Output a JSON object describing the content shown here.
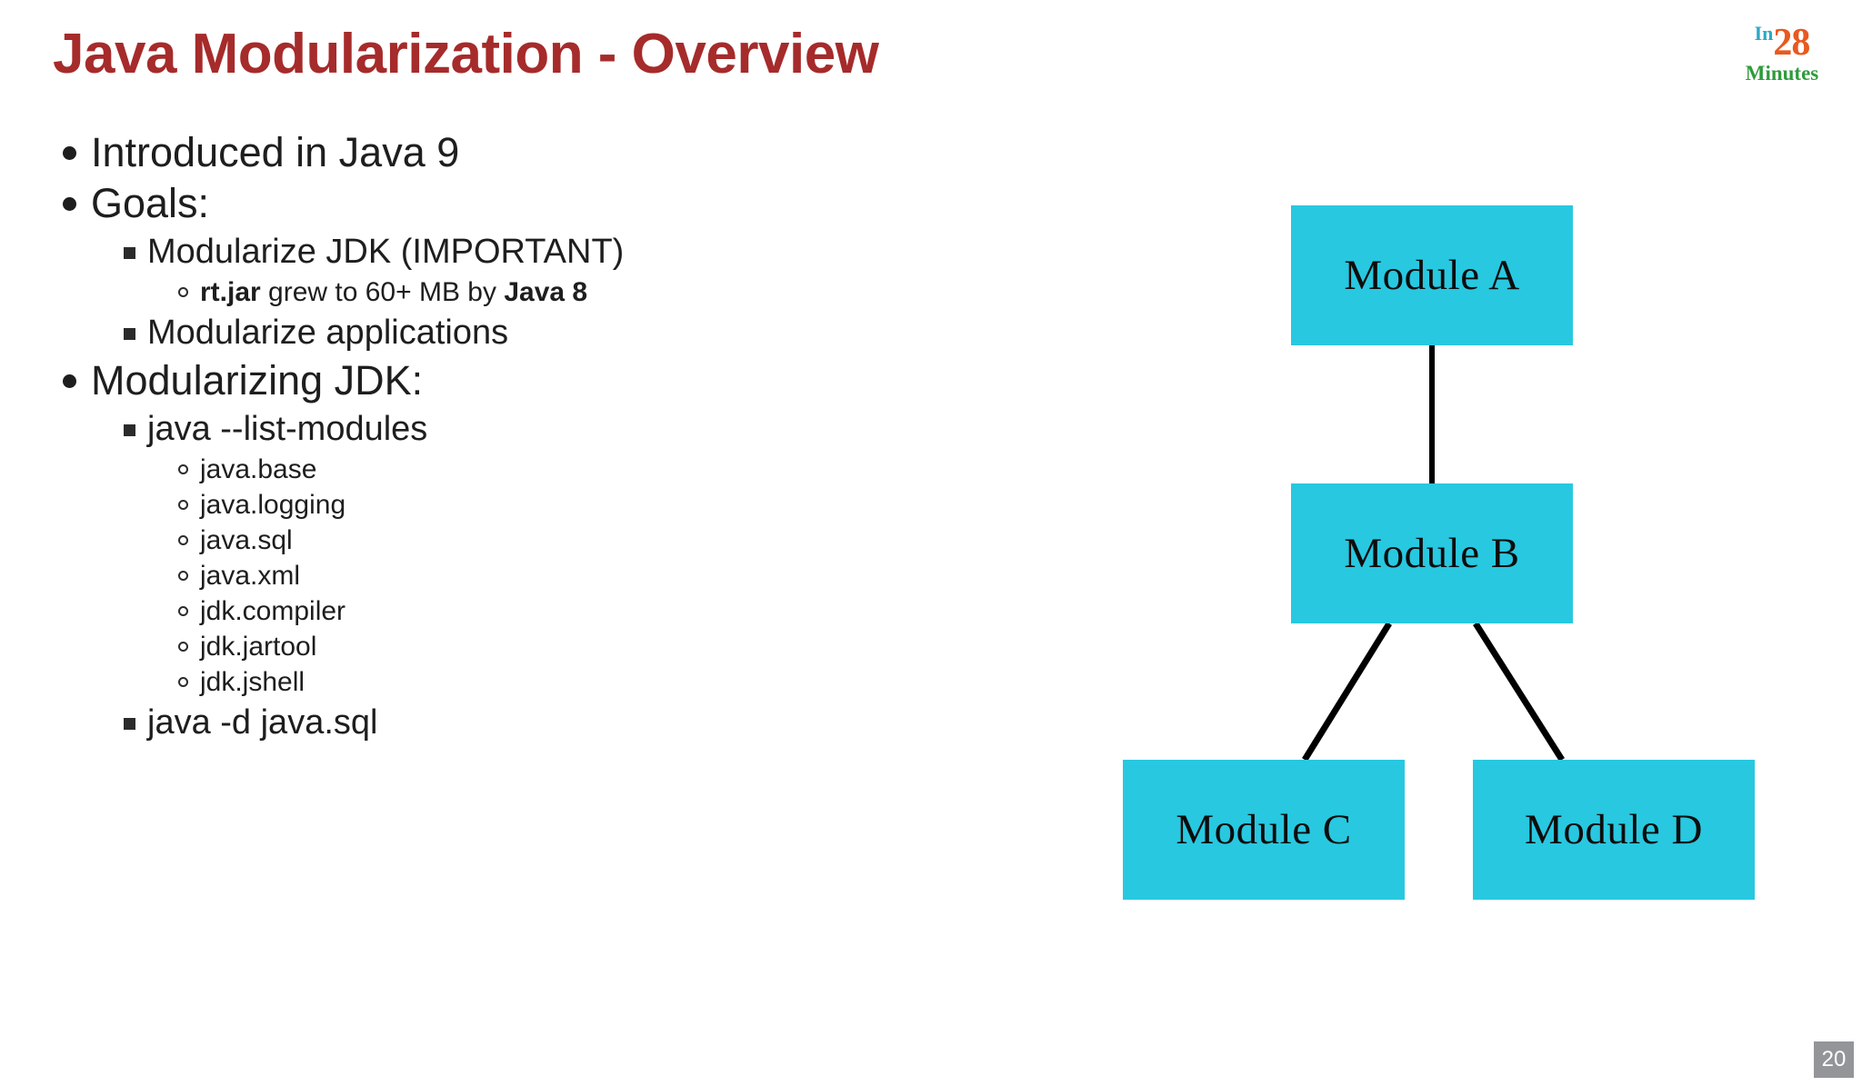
{
  "slide": {
    "title": "Java Modularization - Overview",
    "title_color": "#A62B2B",
    "background_color": "#ffffff",
    "page_number": "20"
  },
  "logo": {
    "in": "In",
    "number": "28",
    "minutes": "Minutes",
    "in_color": "#2BA9C4",
    "number_color": "#E8591F",
    "minutes_color": "#2E9B3C"
  },
  "content": {
    "items": [
      {
        "level": 1,
        "text": "Introduced in Java 9"
      },
      {
        "level": 1,
        "text": "Goals:"
      },
      {
        "level": 2,
        "text": "Modularize JDK (IMPORTANT)"
      },
      {
        "level": 3,
        "text": "rt.jar grew to 60+ MB by Java 8",
        "bold_parts": [
          "rt.jar",
          "Java 8"
        ]
      },
      {
        "level": 2,
        "text": "Modularize applications"
      },
      {
        "level": 1,
        "text": "Modularizing JDK:"
      },
      {
        "level": 2,
        "text": "java --list-modules"
      },
      {
        "level": 3,
        "text": "java.base"
      },
      {
        "level": 3,
        "text": "java.logging"
      },
      {
        "level": 3,
        "text": "java.sql"
      },
      {
        "level": 3,
        "text": "java.xml"
      },
      {
        "level": 3,
        "text": "jdk.compiler"
      },
      {
        "level": 3,
        "text": "jdk.jartool"
      },
      {
        "level": 3,
        "text": "jdk.jshell"
      },
      {
        "level": 2,
        "text": "java -d java.sql"
      }
    ]
  },
  "diagram": {
    "box_color": "#28C8E0",
    "edge_color": "#000000",
    "nodes": [
      {
        "id": "a",
        "label": "Module A"
      },
      {
        "id": "b",
        "label": "Module B"
      },
      {
        "id": "c",
        "label": "Module C"
      },
      {
        "id": "d",
        "label": "Module D"
      }
    ],
    "edges": [
      {
        "from": "Module A",
        "to": "Module B"
      },
      {
        "from": "Module B",
        "to": "Module C"
      },
      {
        "from": "Module B",
        "to": "Module D"
      }
    ]
  }
}
